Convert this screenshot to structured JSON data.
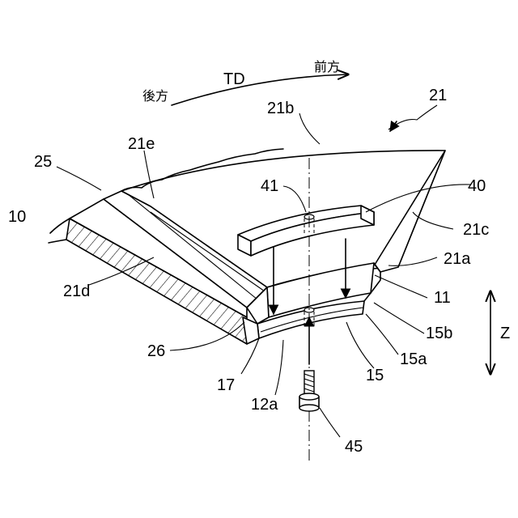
{
  "labels": {
    "l21": "21",
    "l21b": "21b",
    "l21e": "21e",
    "l25": "25",
    "l10": "10",
    "l41": "41",
    "l40": "40",
    "l21c": "21c",
    "l21a": "21a",
    "l11": "11",
    "l15b": "15b",
    "l15a": "15a",
    "l15": "15",
    "l21d": "21d",
    "l26": "26",
    "l17": "17",
    "l12a": "12a",
    "l45": "45",
    "lZ": "Z",
    "lTD": "TD",
    "lFront": "前方",
    "lRear": "後方"
  }
}
